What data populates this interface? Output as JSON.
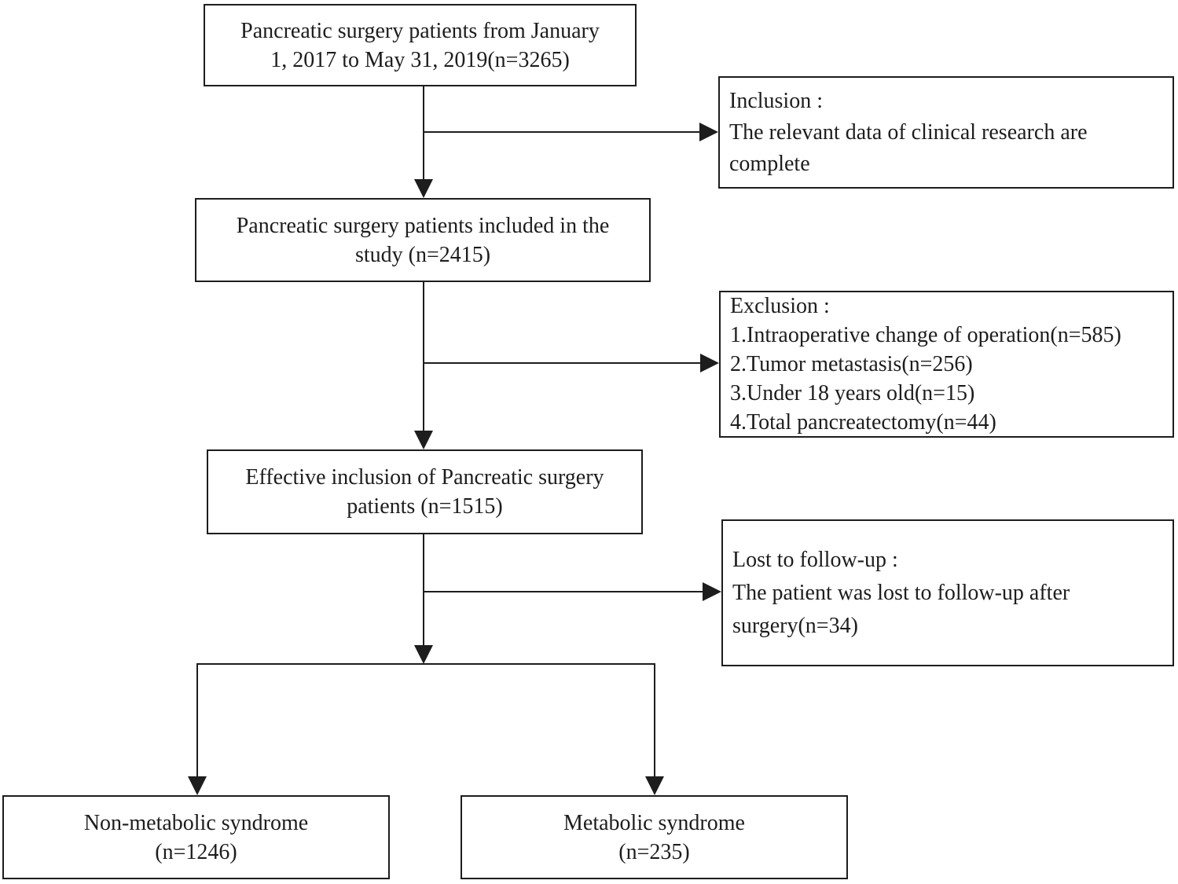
{
  "boxes": {
    "source": {
      "lines": [
        "Pancreatic surgery patients from January",
        "1, 2017 to May 31, 2019(n=3265)"
      ]
    },
    "inclusion": {
      "lines": [
        "Inclusion :",
        "The relevant data of clinical research are",
        "complete"
      ]
    },
    "included": {
      "lines": [
        "Pancreatic surgery patients included in the",
        "study (n=2415)"
      ]
    },
    "exclusion": {
      "lines": [
        "Exclusion :",
        "1.Intraoperative change of operation(n=585)",
        "2.Tumor metastasis(n=256)",
        "3.Under 18 years old(n=15)",
        "4.Total pancreatectomy(n=44)"
      ]
    },
    "effective": {
      "lines": [
        "Effective inclusion of Pancreatic surgery",
        "patients (n=1515)"
      ]
    },
    "lost_to_follow_up": {
      "lines": [
        "Lost to follow-up :",
        "The patient was lost to follow-up after",
        "surgery(n=34)"
      ]
    },
    "non_metabolic": {
      "lines": [
        "Non-metabolic syndrome",
        "(n=1246)"
      ]
    },
    "metabolic": {
      "lines": [
        "Metabolic syndrome",
        "(n=235)"
      ]
    }
  },
  "colors": {
    "line": "#1d1d1d",
    "text": "#1d1d1d",
    "background": "#ffffff"
  }
}
